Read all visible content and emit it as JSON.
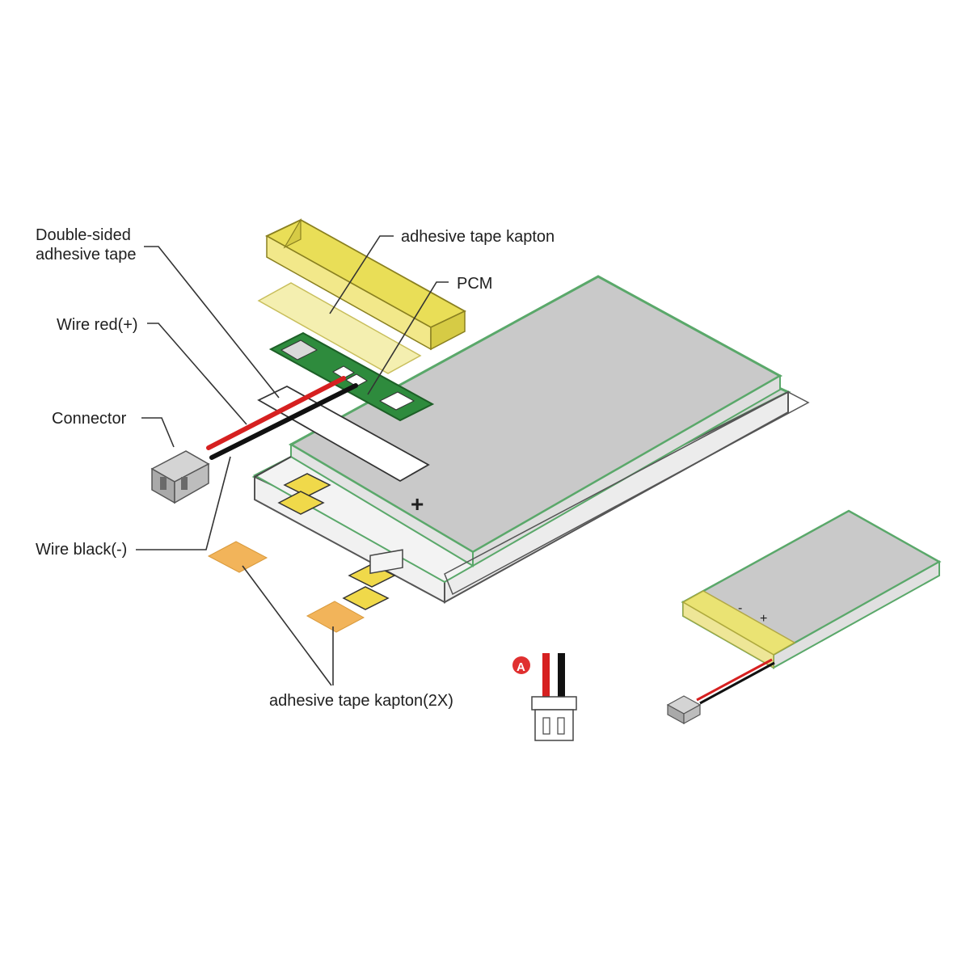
{
  "labels": {
    "double_sided_tape_line1": "Double-sided",
    "double_sided_tape_line2": "adhesive tape",
    "wire_red": "Wire red(+)",
    "connector": "Connector",
    "wire_black": "Wire black(-)",
    "kapton_top": "adhesive tape kapton",
    "pcm": "PCM",
    "kapton_2x": "adhesive tape kapton(2X)",
    "plus_mark": "+",
    "detail_marker": "A",
    "assembled_minus": "-",
    "assembled_plus": "+"
  },
  "colors": {
    "cell_fill": "#c9c9c9",
    "cell_edge": "#5aa86a",
    "cell_side": "#e6e6e6",
    "kapton_yellow": "#e9de57",
    "kapton_light": "#f4efb0",
    "pcm_green": "#2e8b3d",
    "pad_orange": "#f2b45a",
    "wire_red": "#d62020",
    "wire_black": "#111111",
    "connector_gray": "#a9a9a9",
    "marker_red": "#e03030"
  }
}
